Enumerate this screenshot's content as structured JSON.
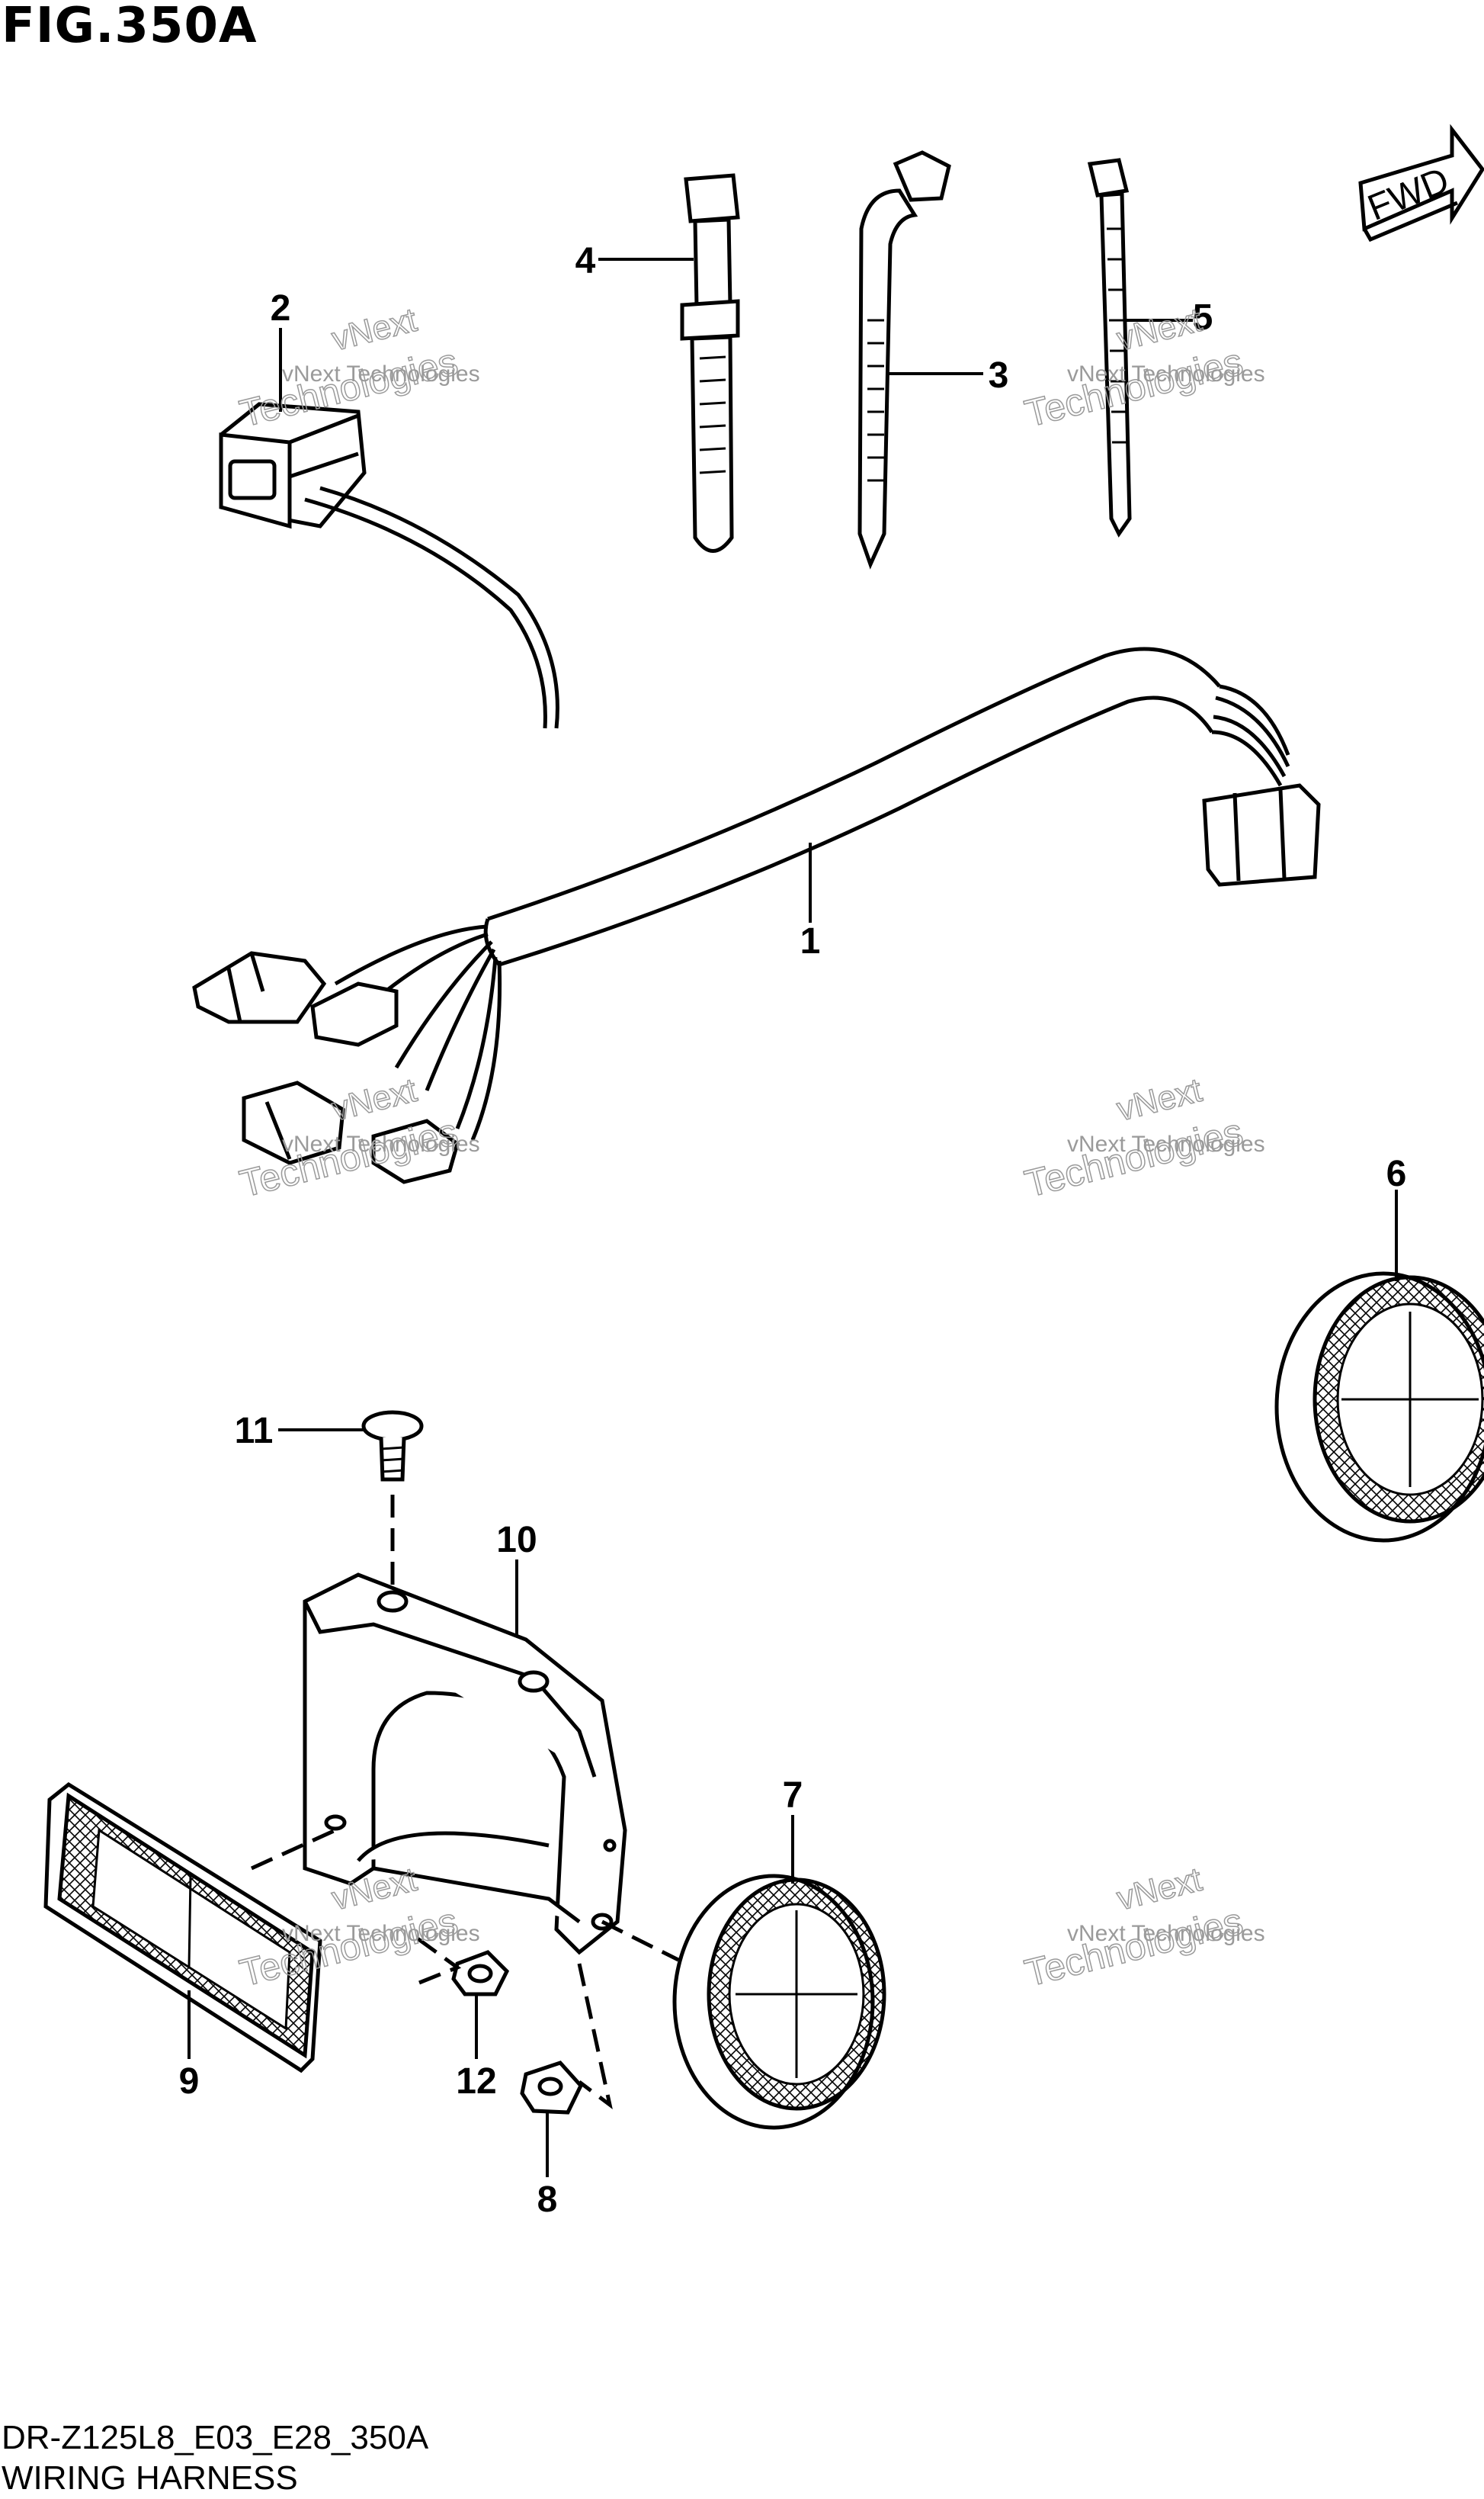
{
  "figure": {
    "title": "FIG.350A",
    "code": "DR-Z125L8_E03_E28_350A",
    "subtitle": "WIRING HARNESS"
  },
  "fwd_label": "FWD",
  "watermark": {
    "line1": "vNext Technologies",
    "line2": "vNext",
    "line3": "Technologies"
  },
  "callouts": [
    "1",
    "2",
    "3",
    "4",
    "5",
    "6",
    "7",
    "8",
    "9",
    "10",
    "11",
    "12"
  ],
  "colors": {
    "ink": "#000000",
    "watermark": "#9a9a9a"
  }
}
